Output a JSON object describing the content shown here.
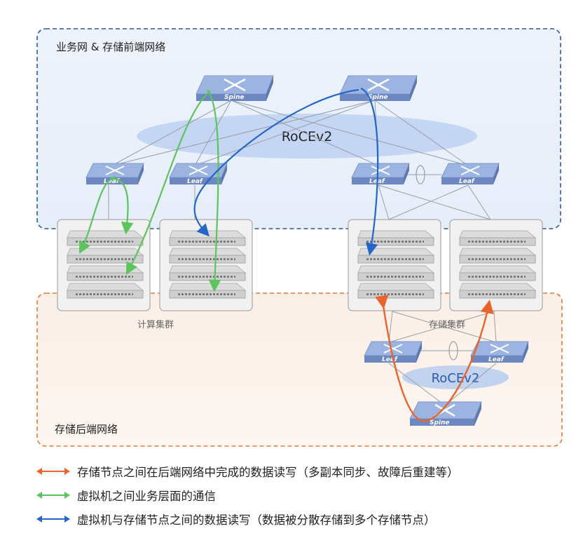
{
  "zones": {
    "frontend_title": "业务网 & 存储前端网络",
    "backend_title": "存储后端网络",
    "frontend_color": "#2a5a9a",
    "backend_color": "#e07a3a"
  },
  "protocol": {
    "frontend_label": "RoCEv2",
    "backend_label": "RoCEv2"
  },
  "switches": {
    "spine_label": "Spine",
    "leaf_label": "Leaf"
  },
  "clusters": {
    "compute_label": "计算集群",
    "storage_label": "存储集群"
  },
  "colors": {
    "orange": "#e8642a",
    "green": "#5cc45c",
    "blue": "#2465c8",
    "switch": "#8ea8d8"
  },
  "legend": [
    {
      "color": "orange",
      "text": "存储节点之间在后端网络中完成的数据读写（多副本同步、故障后重建等）"
    },
    {
      "color": "green",
      "text": "虚拟机之间业务层面的通信"
    },
    {
      "color": "blue",
      "text": "虚拟机与存储节点之间的数据读写（数据被分散存储到多个存储节点）"
    }
  ]
}
